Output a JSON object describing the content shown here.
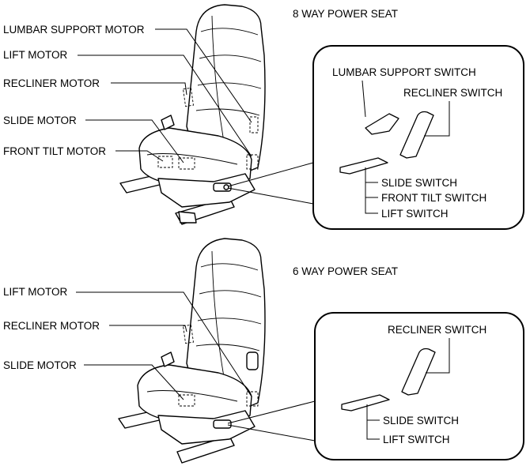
{
  "eight_way": {
    "title": "8 WAY POWER SEAT",
    "labels": {
      "lumbar_motor": "LUMBAR SUPPORT MOTOR",
      "lift_motor": "LIFT MOTOR",
      "recliner_motor": "RECLINER MOTOR",
      "slide_motor": "SLIDE MOTOR",
      "front_tilt_motor": "FRONT TILT MOTOR"
    },
    "switch_labels": {
      "lumbar_switch": "LUMBAR SUPPORT SWITCH",
      "recliner_switch": "RECLINER SWITCH",
      "slide_switch": "SLIDE SWITCH",
      "front_tilt_switch": "FRONT TILT SWITCH",
      "lift_switch": "LIFT SWITCH"
    }
  },
  "six_way": {
    "title": "6 WAY POWER SEAT",
    "labels": {
      "lift_motor": "LIFT MOTOR",
      "recliner_motor": "RECLINER MOTOR",
      "slide_motor": "SLIDE MOTOR"
    },
    "switch_labels": {
      "recliner_switch": "RECLINER SWITCH",
      "slide_switch": "SLIDE SWITCH",
      "lift_switch": "LIFT SWITCH"
    }
  }
}
